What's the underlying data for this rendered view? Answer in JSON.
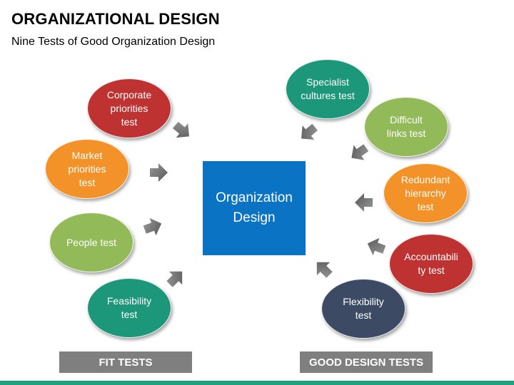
{
  "header": {
    "title": "ORGANIZATIONAL DESIGN",
    "subtitle": "Nine Tests of Good Organization Design"
  },
  "center": {
    "label": "Organization\nDesign",
    "color": "#0B73C4"
  },
  "fit_tests": [
    {
      "label": "Corporate\npriorities\ntest",
      "color": "#BE3232"
    },
    {
      "label": "Market\npriorities\ntest",
      "color": "#F29228"
    },
    {
      "label": "People test",
      "color": "#93BA58"
    },
    {
      "label": "Feasibility\ntest",
      "color": "#1D977A"
    }
  ],
  "good_design_tests": [
    {
      "label": "Specialist\ncultures test",
      "color": "#1D977A"
    },
    {
      "label": "Difficult\nlinks test",
      "color": "#93BA58"
    },
    {
      "label": "Redundant\nhierarchy\ntest",
      "color": "#F29228"
    },
    {
      "label": "Accountabili\nty test",
      "color": "#BE3232"
    },
    {
      "label": "Flexibility\ntest",
      "color": "#3C4B63"
    }
  ],
  "footer": {
    "fit_label": "FIT TESTS",
    "good_label": "GOOD DESIGN TESTS"
  },
  "colors": {
    "arrow": "#7a7a7a",
    "bottom_bar": "#1FA07E",
    "footer_bg": "#7F7F7F"
  }
}
